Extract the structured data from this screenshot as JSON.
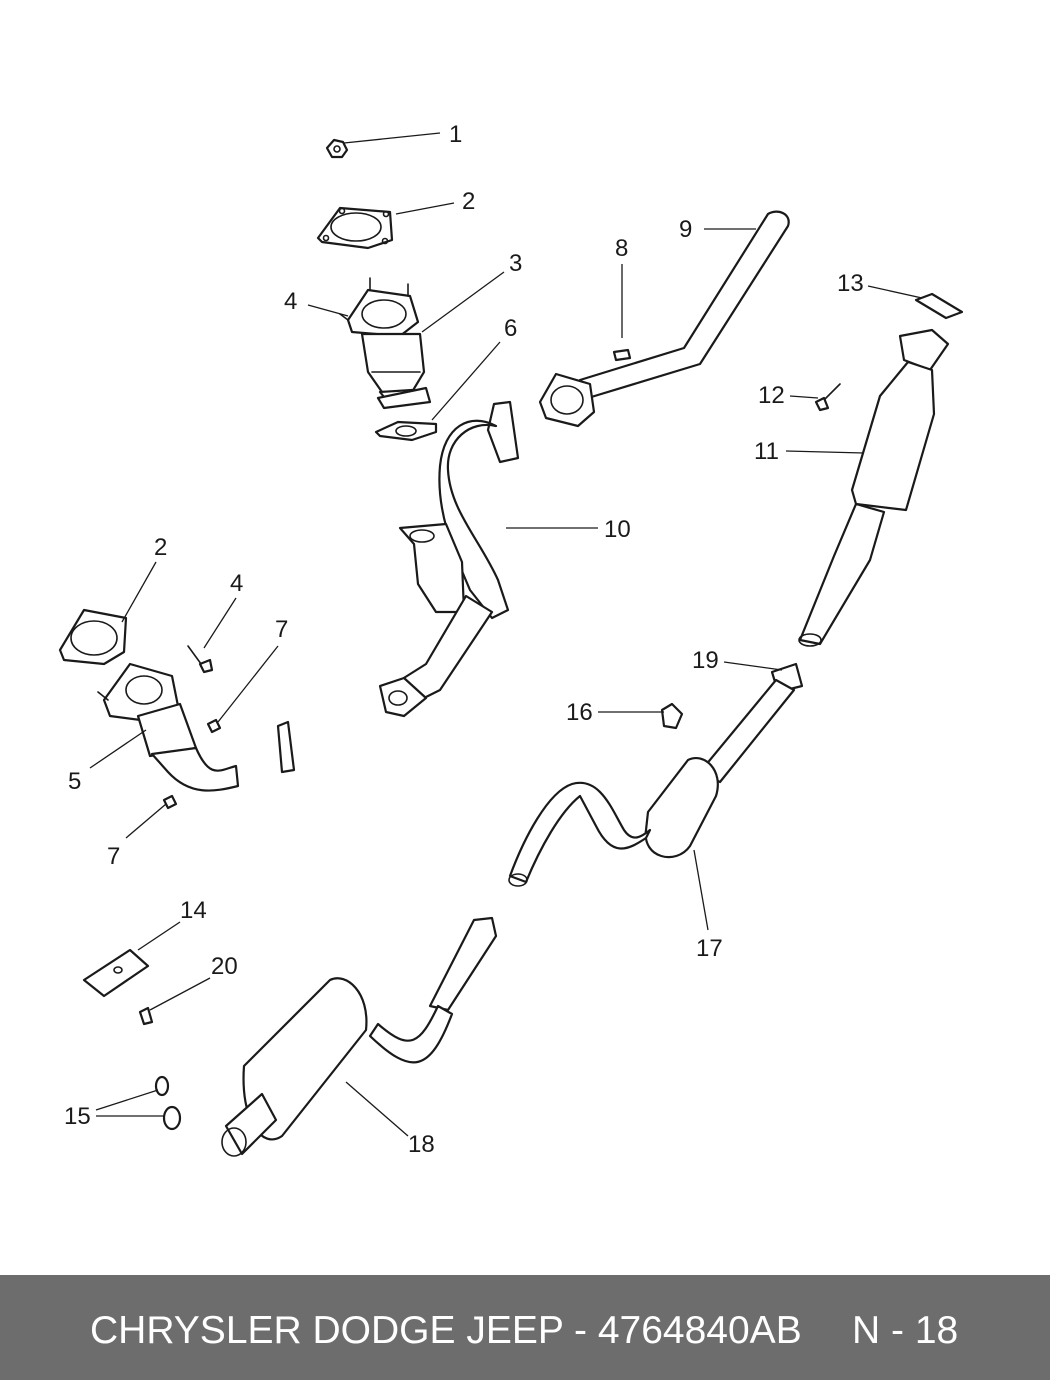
{
  "diagram": {
    "callouts": [
      "1",
      "2",
      "3",
      "4",
      "6",
      "8",
      "9",
      "13",
      "12",
      "11",
      "10",
      "2",
      "4",
      "7",
      "5",
      "7",
      "19",
      "16",
      "17",
      "14",
      "20",
      "15",
      "18"
    ]
  },
  "footer": {
    "title": "CHRYSLER DODGE JEEP - 4764840AB",
    "page": "N - 18"
  },
  "colors": {
    "footer_bg": "#6d6d6d",
    "footer_text": "#ffffff",
    "line": "#1a1a1a"
  }
}
